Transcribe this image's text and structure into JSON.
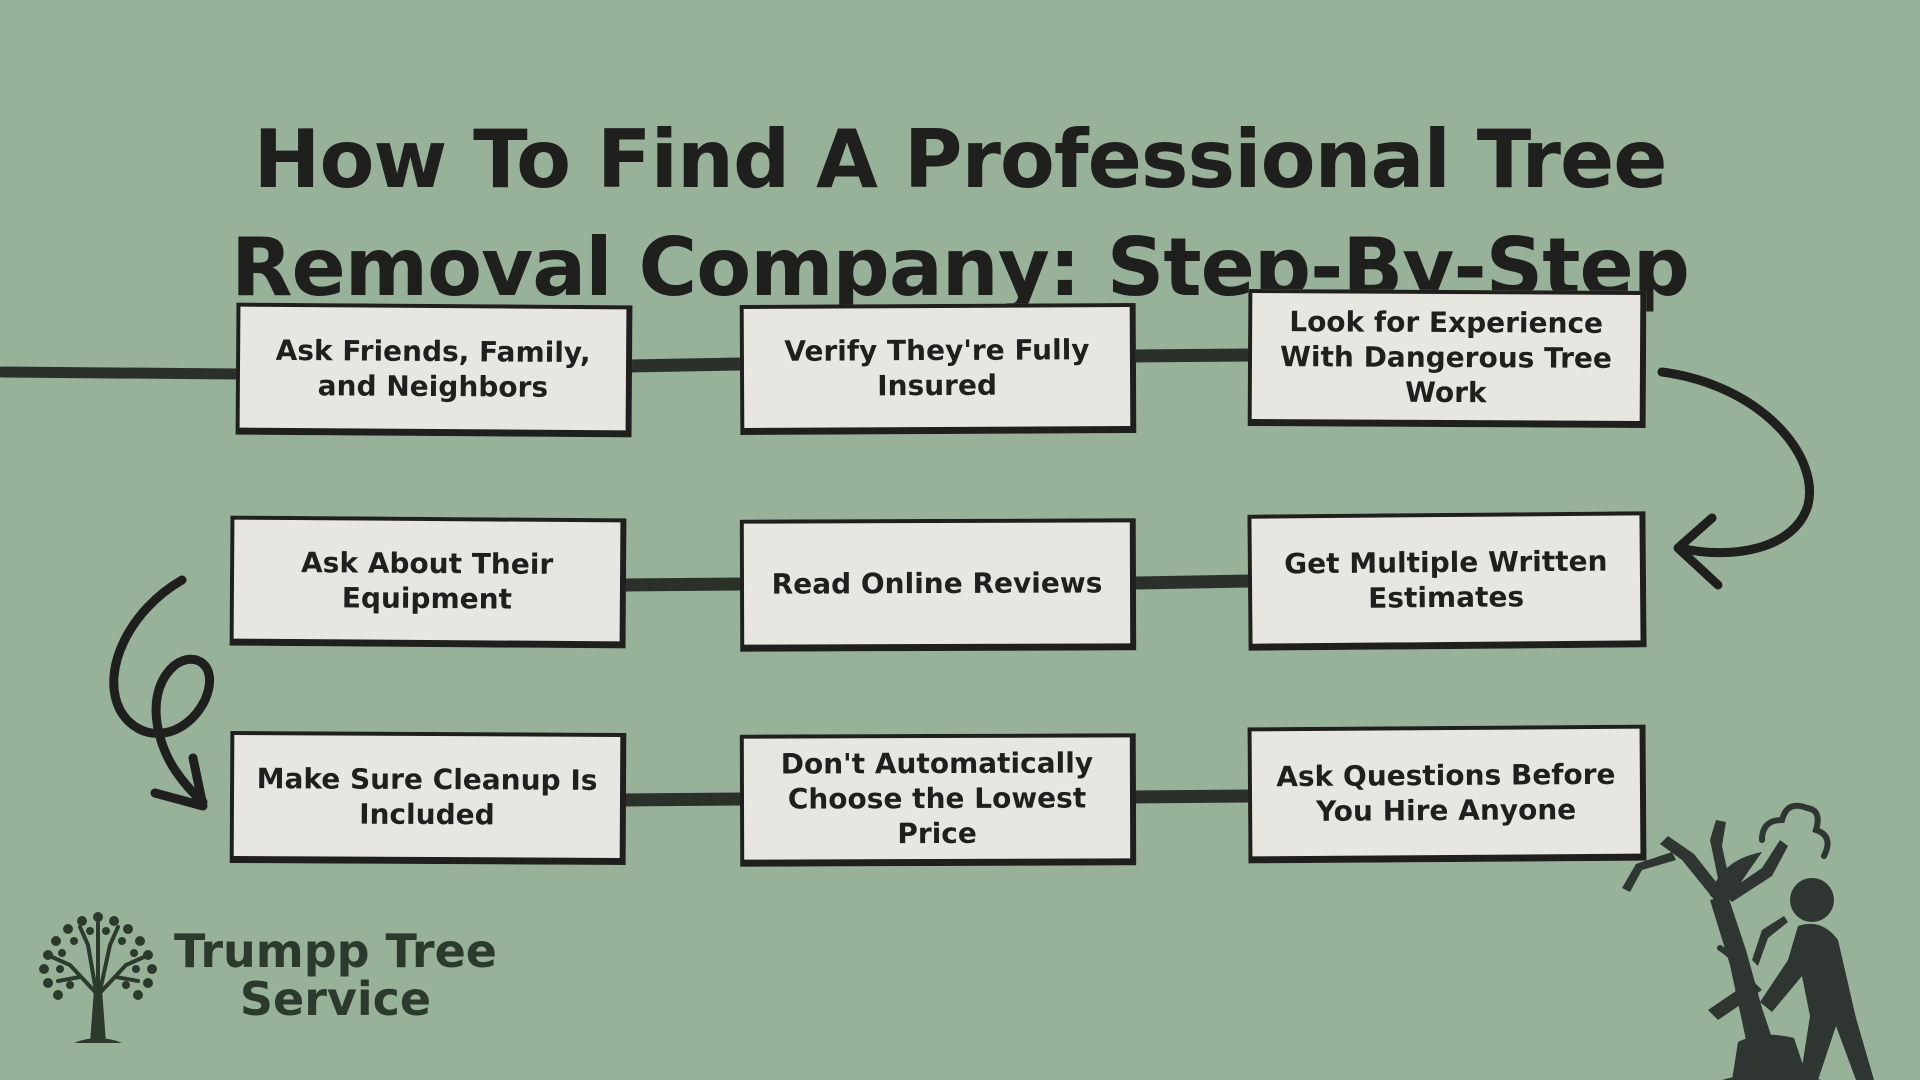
{
  "title": {
    "line1": "How To Find A Professional Tree",
    "line2": "Removal Company: Step-By-Step"
  },
  "steps": [
    "Ask Friends, Family, and Neighbors",
    "Verify They're Fully Insured",
    "Look for Experience With Dangerous Tree Work",
    "Ask About Their Equipment",
    "Read Online Reviews",
    "Get Multiple Written Estimates",
    "Make Sure Cleanup Is Included",
    "Don't Automatically Choose the Lowest Price",
    "Ask Questions Before You Hire Anyone"
  ],
  "brand": {
    "name_line1": "Trumpp Tree",
    "name_line2": "Service",
    "logo_icon": "tree-logo-icon"
  },
  "illustration": {
    "icon": "person-cutting-tree-icon"
  },
  "colors": {
    "background": "#98b29a",
    "box_fill": "#e8e6e0",
    "ink": "#1f201d",
    "brand_text": "#2c3a2e"
  }
}
